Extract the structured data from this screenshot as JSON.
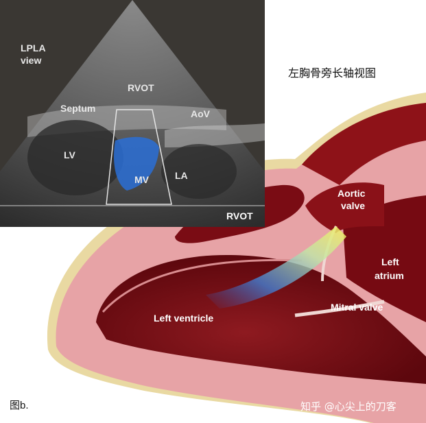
{
  "echo": {
    "view_label": [
      "LPLA",
      "view"
    ],
    "labels": {
      "rvot": "RVOT",
      "septum": "Septum",
      "aov": "AoV",
      "lv": "LV",
      "mv": "MV",
      "la": "LA"
    }
  },
  "caption": "左胸骨旁长轴视图",
  "heart": {
    "labels": {
      "rvot": "RVOT",
      "aortic_valve": [
        "Aortic",
        "valve"
      ],
      "left_atrium": [
        "Left",
        "atrium"
      ],
      "mitral_valve": "Mitral valve",
      "left_ventricle": "Left ventricle"
    }
  },
  "figure_label": "图b.",
  "watermark": "知乎 @心尖上的刀客",
  "colors": {
    "echo_bg": "#3a3733",
    "myocardium": "#e7a3a6",
    "blood": "#7a0c14",
    "doppler_blue": "#2a6fd6",
    "jet_yellow": "#f4ec6a"
  }
}
